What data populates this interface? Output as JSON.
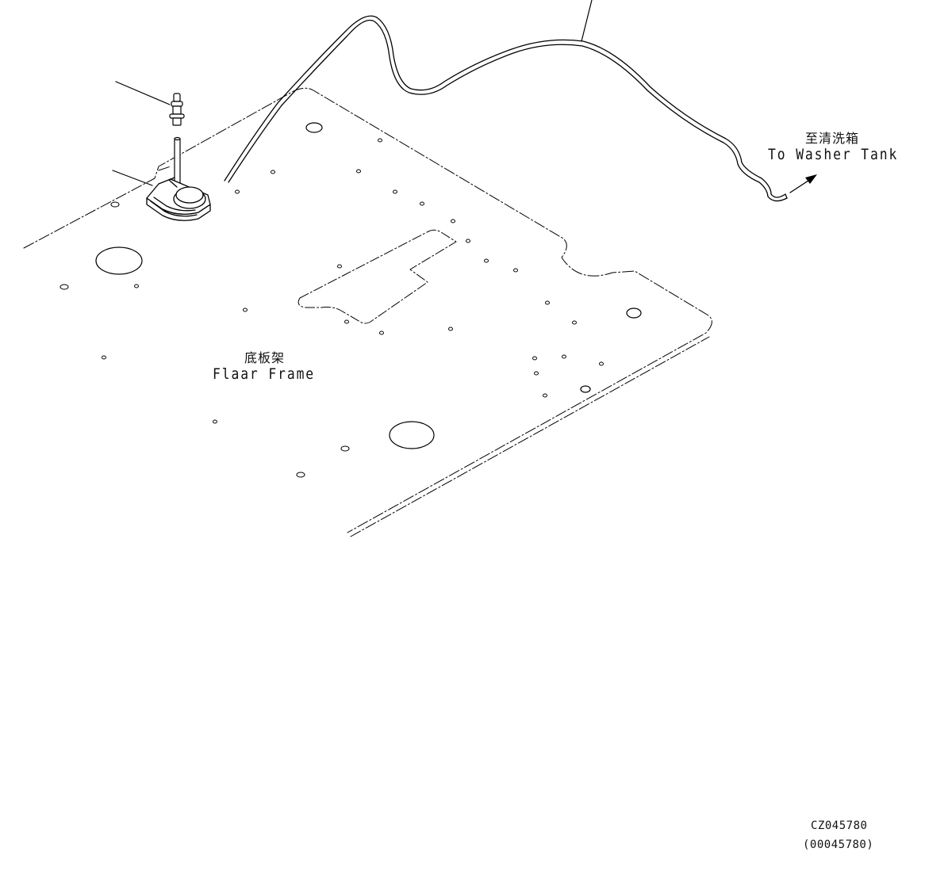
{
  "labels": {
    "washer_tank_cn": "至清洗箱",
    "washer_tank_en": "To Washer Tank",
    "floor_frame_cn": "底板架",
    "floor_frame_en": "Flaar Frame"
  },
  "drawing_code": {
    "code": "CZ045780",
    "sub_code": "(00045780)"
  }
}
